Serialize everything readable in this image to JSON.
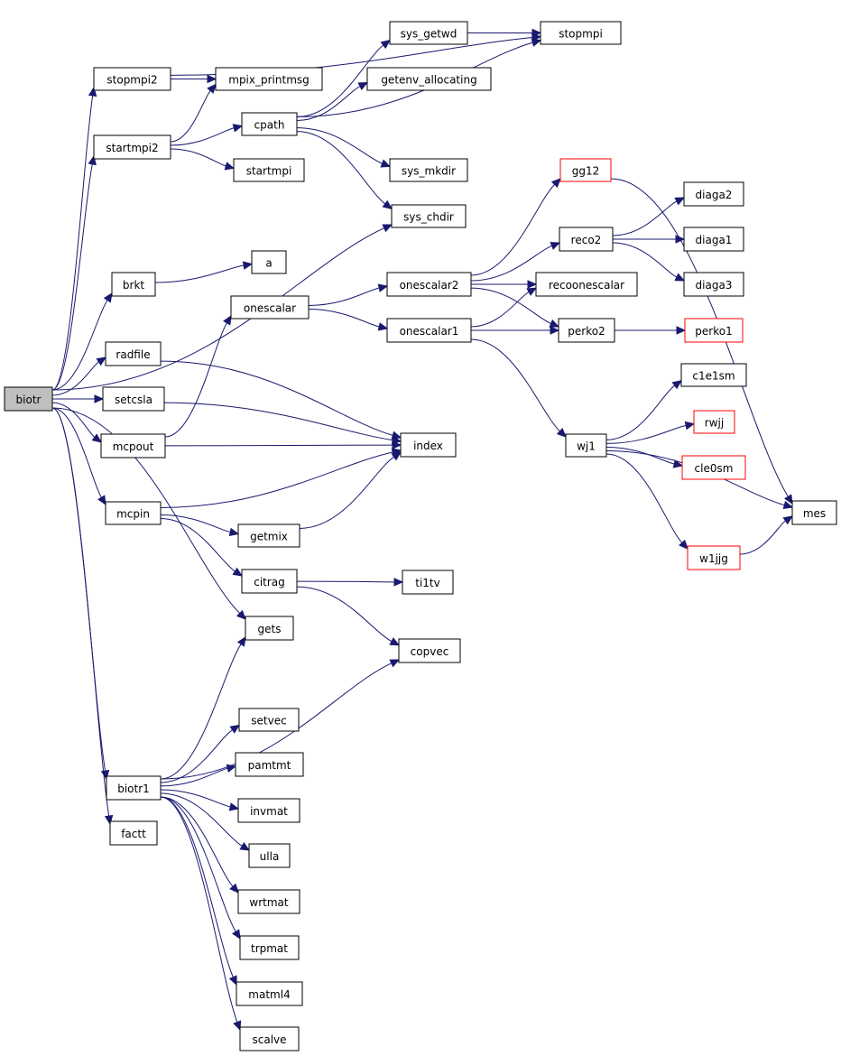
{
  "diagram": {
    "colors": {
      "edge": "#191970",
      "root_fill": "#bfbfbf",
      "node_border": "#000000",
      "red_border": "#ff0000",
      "background": "#ffffff"
    },
    "nodes": [
      {
        "id": "biotr",
        "label": "biotr",
        "style": "root"
      },
      {
        "id": "stopmpi2",
        "label": "stopmpi2"
      },
      {
        "id": "startmpi2",
        "label": "startmpi2"
      },
      {
        "id": "brkt",
        "label": "brkt"
      },
      {
        "id": "radfile",
        "label": "radfile"
      },
      {
        "id": "setcsla",
        "label": "setcsla"
      },
      {
        "id": "mcpout",
        "label": "mcpout"
      },
      {
        "id": "mcpin",
        "label": "mcpin"
      },
      {
        "id": "biotr1",
        "label": "biotr1"
      },
      {
        "id": "factt",
        "label": "factt"
      },
      {
        "id": "mpix_printmsg",
        "label": "mpix_printmsg"
      },
      {
        "id": "cpath",
        "label": "cpath"
      },
      {
        "id": "startmpi",
        "label": "startmpi"
      },
      {
        "id": "a",
        "label": "a"
      },
      {
        "id": "onescalar",
        "label": "onescalar"
      },
      {
        "id": "getmix",
        "label": "getmix"
      },
      {
        "id": "citrag",
        "label": "citrag"
      },
      {
        "id": "gets",
        "label": "gets"
      },
      {
        "id": "setvec",
        "label": "setvec"
      },
      {
        "id": "pamtmt",
        "label": "pamtmt"
      },
      {
        "id": "invmat",
        "label": "invmat"
      },
      {
        "id": "ulla",
        "label": "ulla"
      },
      {
        "id": "wrtmat",
        "label": "wrtmat"
      },
      {
        "id": "trpmat",
        "label": "trpmat"
      },
      {
        "id": "matml4",
        "label": "matml4"
      },
      {
        "id": "scalve",
        "label": "scalve"
      },
      {
        "id": "sys_getwd",
        "label": "sys_getwd"
      },
      {
        "id": "getenv_allocating",
        "label": "getenv_allocating"
      },
      {
        "id": "sys_mkdir",
        "label": "sys_mkdir"
      },
      {
        "id": "sys_chdir",
        "label": "sys_chdir"
      },
      {
        "id": "onescalar2",
        "label": "onescalar2"
      },
      {
        "id": "onescalar1",
        "label": "onescalar1"
      },
      {
        "id": "index",
        "label": "index"
      },
      {
        "id": "ti1tv",
        "label": "ti1tv"
      },
      {
        "id": "copvec",
        "label": "copvec"
      },
      {
        "id": "stopmpi",
        "label": "stopmpi"
      },
      {
        "id": "gg12",
        "label": "gg12",
        "style": "red"
      },
      {
        "id": "reco2",
        "label": "reco2"
      },
      {
        "id": "recoonescalar",
        "label": "recoonescalar"
      },
      {
        "id": "perko2",
        "label": "perko2"
      },
      {
        "id": "wj1",
        "label": "wj1"
      },
      {
        "id": "diaga2",
        "label": "diaga2"
      },
      {
        "id": "diaga1",
        "label": "diaga1"
      },
      {
        "id": "diaga3",
        "label": "diaga3"
      },
      {
        "id": "perko1",
        "label": "perko1",
        "style": "red"
      },
      {
        "id": "c1e1sm",
        "label": "c1e1sm"
      },
      {
        "id": "rwjj",
        "label": "rwjj",
        "style": "red"
      },
      {
        "id": "cle0sm",
        "label": "cle0sm",
        "style": "red"
      },
      {
        "id": "w1jjg",
        "label": "w1jjg",
        "style": "red"
      },
      {
        "id": "mes",
        "label": "mes"
      }
    ],
    "edges": [
      [
        "biotr",
        "stopmpi2"
      ],
      [
        "biotr",
        "startmpi2"
      ],
      [
        "biotr",
        "sys_chdir"
      ],
      [
        "biotr",
        "brkt"
      ],
      [
        "biotr",
        "radfile"
      ],
      [
        "biotr",
        "setcsla"
      ],
      [
        "biotr",
        "mcpout"
      ],
      [
        "biotr",
        "mcpin"
      ],
      [
        "biotr",
        "gets"
      ],
      [
        "biotr",
        "biotr1"
      ],
      [
        "biotr",
        "factt"
      ],
      [
        "stopmpi2",
        "stopmpi"
      ],
      [
        "stopmpi2",
        "mpix_printmsg"
      ],
      [
        "startmpi2",
        "mpix_printmsg"
      ],
      [
        "startmpi2",
        "cpath"
      ],
      [
        "startmpi2",
        "startmpi"
      ],
      [
        "cpath",
        "sys_getwd"
      ],
      [
        "cpath",
        "getenv_allocating"
      ],
      [
        "cpath",
        "stopmpi"
      ],
      [
        "cpath",
        "sys_mkdir"
      ],
      [
        "cpath",
        "sys_chdir"
      ],
      [
        "sys_getwd",
        "stopmpi"
      ],
      [
        "brkt",
        "a"
      ],
      [
        "radfile",
        "index"
      ],
      [
        "setcsla",
        "index"
      ],
      [
        "mcpout",
        "onescalar"
      ],
      [
        "mcpout",
        "index"
      ],
      [
        "onescalar",
        "onescalar2"
      ],
      [
        "onescalar",
        "onescalar1"
      ],
      [
        "onescalar2",
        "gg12"
      ],
      [
        "onescalar2",
        "reco2"
      ],
      [
        "onescalar2",
        "recoonescalar"
      ],
      [
        "onescalar2",
        "perko2"
      ],
      [
        "onescalar1",
        "recoonescalar"
      ],
      [
        "onescalar1",
        "perko2"
      ],
      [
        "onescalar1",
        "wj1"
      ],
      [
        "gg12",
        "mes"
      ],
      [
        "reco2",
        "diaga2"
      ],
      [
        "reco2",
        "diaga1"
      ],
      [
        "reco2",
        "diaga3"
      ],
      [
        "perko2",
        "perko1"
      ],
      [
        "wj1",
        "c1e1sm"
      ],
      [
        "wj1",
        "rwjj"
      ],
      [
        "wj1",
        "cle0sm"
      ],
      [
        "wj1",
        "mes"
      ],
      [
        "wj1",
        "w1jjg"
      ],
      [
        "w1jjg",
        "mes"
      ],
      [
        "mcpin",
        "index"
      ],
      [
        "mcpin",
        "getmix"
      ],
      [
        "mcpin",
        "citrag"
      ],
      [
        "getmix",
        "index"
      ],
      [
        "citrag",
        "ti1tv"
      ],
      [
        "citrag",
        "copvec"
      ],
      [
        "biotr1",
        "gets"
      ],
      [
        "biotr1",
        "copvec"
      ],
      [
        "biotr1",
        "setvec"
      ],
      [
        "biotr1",
        "pamtmt"
      ],
      [
        "biotr1",
        "invmat"
      ],
      [
        "biotr1",
        "ulla"
      ],
      [
        "biotr1",
        "wrtmat"
      ],
      [
        "biotr1",
        "trpmat"
      ],
      [
        "biotr1",
        "matml4"
      ],
      [
        "biotr1",
        "scalve"
      ]
    ]
  }
}
